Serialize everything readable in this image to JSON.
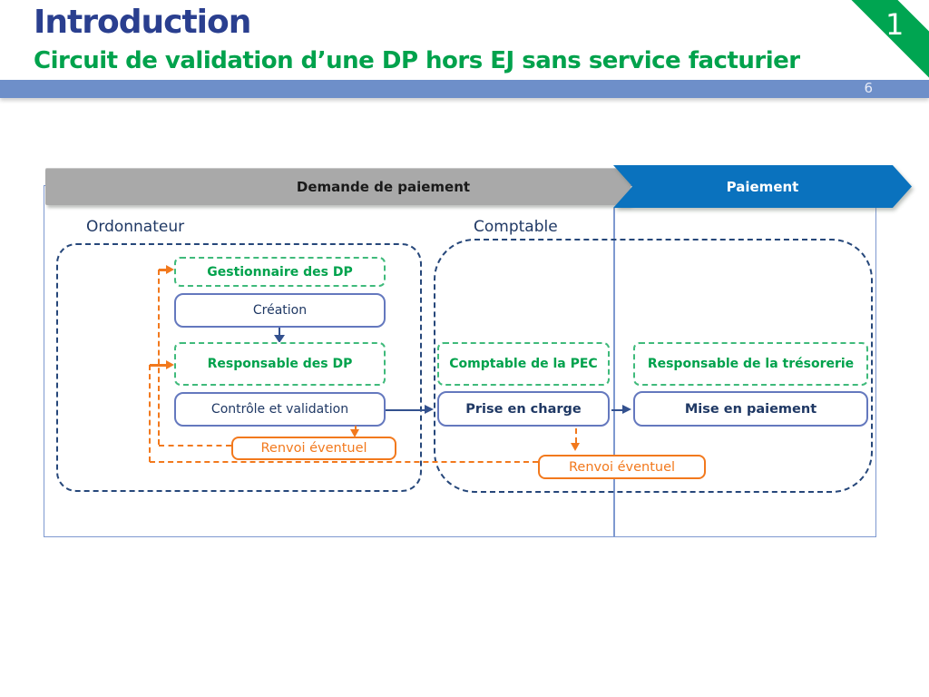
{
  "slide": {
    "title": "Introduction",
    "subtitle": "Circuit de validation d’une DP hors EJ sans service facturier",
    "section_number": "1",
    "page_number": "6"
  },
  "banner": {
    "demande_label": "Demande de paiement",
    "paiement_label": "Paiement"
  },
  "diagram": {
    "ordonnateur": {
      "lane_label": "Ordonnateur",
      "gestionnaire": "Gestionnaire des DP",
      "creation": "Création",
      "responsable": "Responsable des DP",
      "controle": "Contrôle et validation",
      "renvoi": "Renvoi éventuel"
    },
    "comptable": {
      "lane_label": "Comptable",
      "pec_role": "Comptable de la PEC",
      "prise_en_charge": "Prise en charge",
      "tresorerie_role": "Responsable de la trésorerie",
      "mise_en_paiement": "Mise en paiement",
      "renvoi": "Renvoi éventuel"
    }
  },
  "colors": {
    "title_navy": "#2a3f8f",
    "green": "#00a24c",
    "green_dash_border": "#3fba7b",
    "orange": "#f2791d",
    "navy_text": "#1f3864",
    "navy_dash": "#26477a",
    "box_blue_border": "#6478be",
    "arrow_blue": "#33518e",
    "banner_gray": "#a9a9a9",
    "banner_blue": "#0a72be",
    "page_bar_blue": "#6e8fc9"
  }
}
